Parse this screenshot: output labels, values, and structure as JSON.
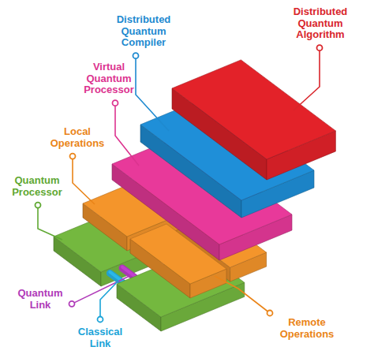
{
  "diagram": {
    "labels": [
      "Distributed Quantum Compiler",
      "Distributed Quantum Algorithm",
      "Virtual Quantum Processor",
      "Local Operations",
      "Quantum Processor",
      "Quantum Link",
      "Classical Link",
      "Remote Operations"
    ]
  }
}
